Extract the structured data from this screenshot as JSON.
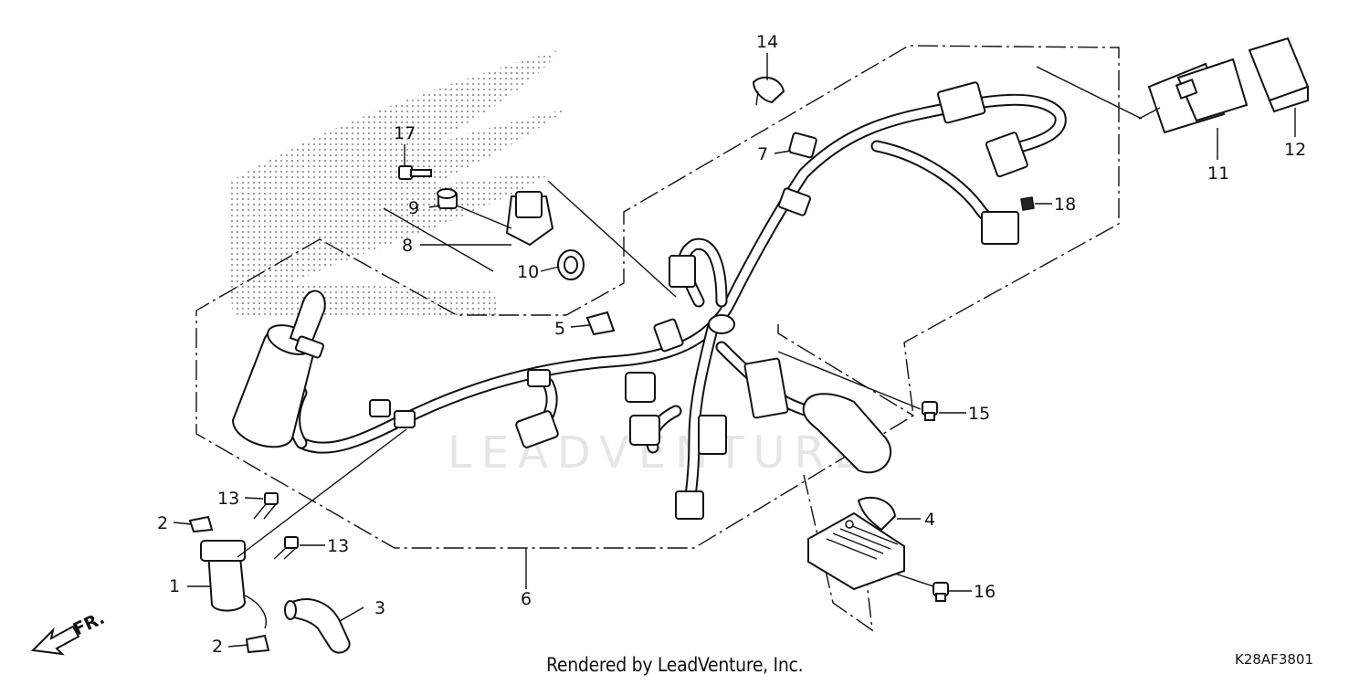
{
  "diagram": {
    "watermark": "LEADVENTURE",
    "footer_text": "Rendered by LeadVenture, Inc.",
    "diagram_code": "K28AF3801",
    "direction_label": "FR.",
    "callouts": {
      "c1": "1",
      "c2a": "2",
      "c2b": "2",
      "c3": "3",
      "c4": "4",
      "c5": "5",
      "c6": "6",
      "c7": "7",
      "c8": "8",
      "c9": "9",
      "c10": "10",
      "c11": "11",
      "c12": "12",
      "c13a": "13",
      "c13b": "13",
      "c14": "14",
      "c15": "15",
      "c16": "16",
      "c17": "17",
      "c18": "18"
    }
  }
}
